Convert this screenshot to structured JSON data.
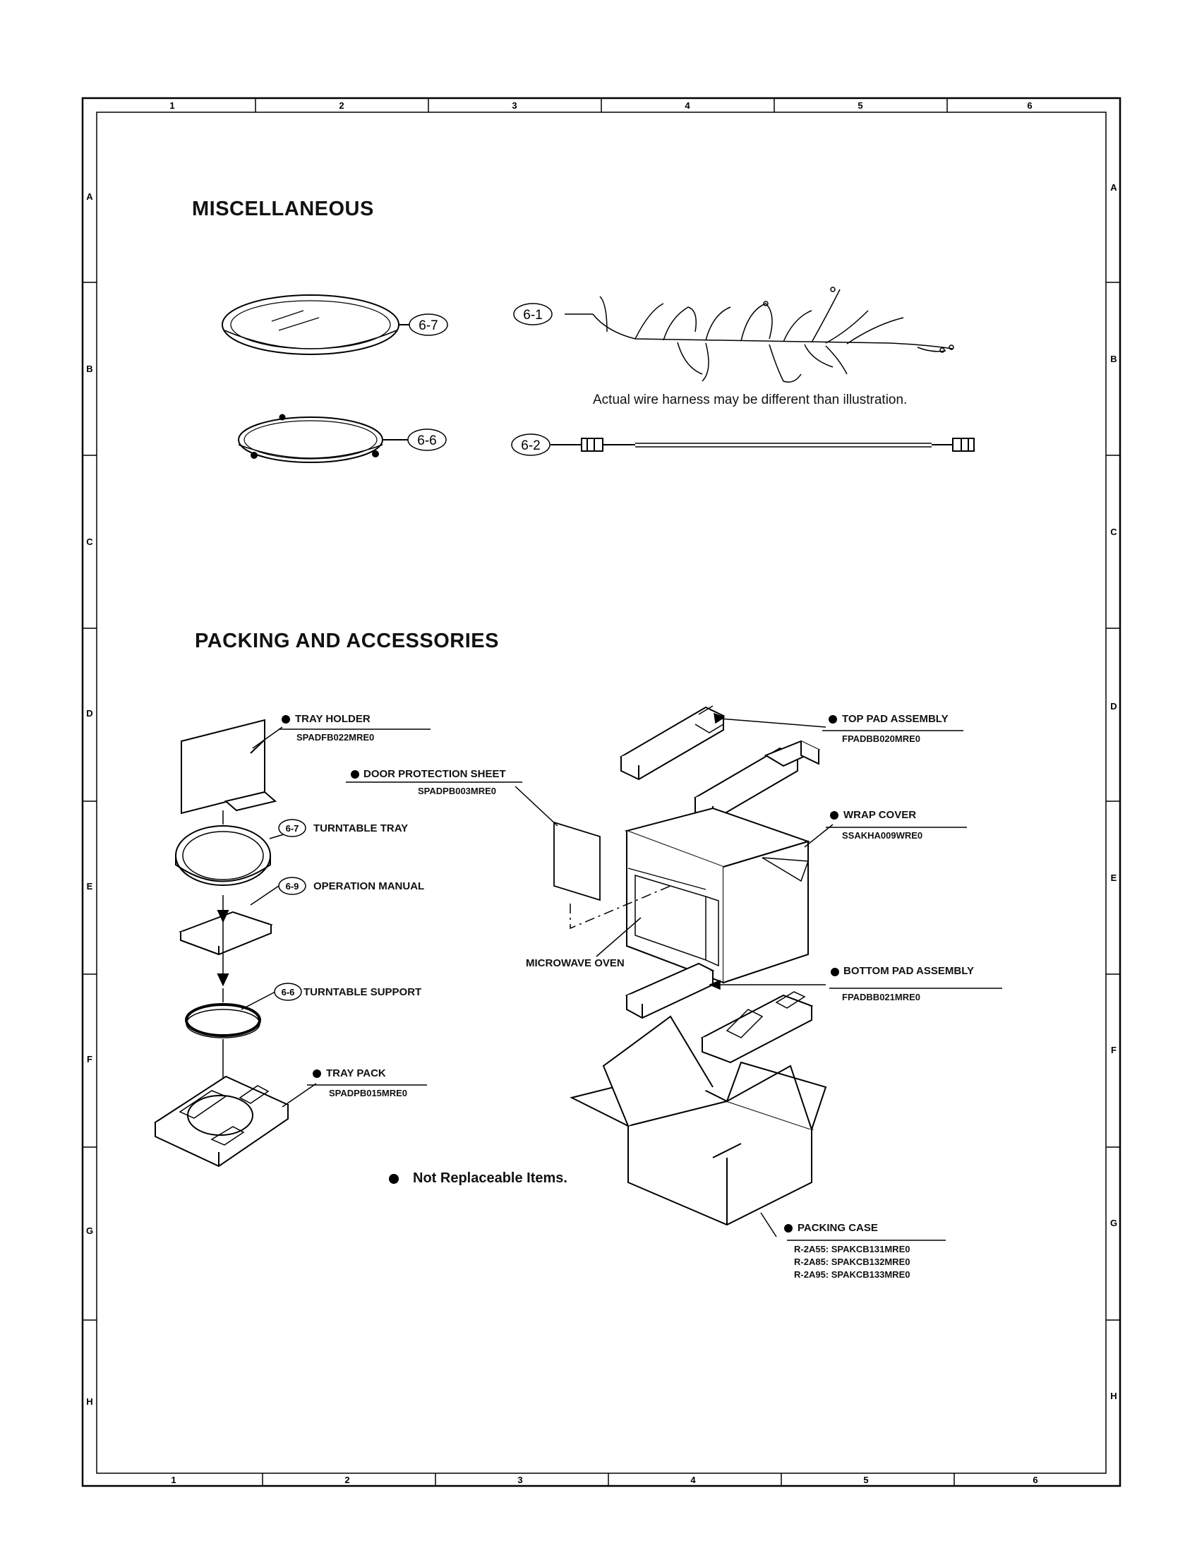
{
  "grid": {
    "cols": [
      "1",
      "2",
      "3",
      "4",
      "5",
      "6"
    ],
    "rows": [
      "A",
      "B",
      "C",
      "D",
      "E",
      "F",
      "G",
      "H"
    ]
  },
  "misc": {
    "title": "MISCELLANEOUS",
    "harness_note": "Actual wire harness may be different than illustration.",
    "callouts": {
      "c67": "6-7",
      "c66": "6-6",
      "c61": "6-1",
      "c62": "6-2"
    }
  },
  "packing": {
    "title": "PACKING AND ACCESSORIES",
    "tray_holder": {
      "name": "TRAY HOLDER",
      "part": "SPADFB022MRE0"
    },
    "door_sheet": {
      "name": "DOOR PROTECTION SHEET",
      "part": "SPADPB003MRE0"
    },
    "turntable_tray": {
      "num": "6-7",
      "name": "TURNTABLE TRAY"
    },
    "operation_manual": {
      "num": "6-9",
      "name": "OPERATION MANUAL"
    },
    "turntable_support": {
      "num": "6-6",
      "name": "TURNTABLE SUPPORT"
    },
    "tray_pack": {
      "name": "TRAY PACK",
      "part": "SPADPB015MRE0"
    },
    "top_pad": {
      "name": "TOP PAD ASSEMBLY",
      "part": "FPADBB020MRE0"
    },
    "wrap_cover": {
      "name": "WRAP COVER",
      "part": "SSAKHA009WRE0"
    },
    "microwave": "MICROWAVE OVEN",
    "bottom_pad": {
      "name": "BOTTOM PAD ASSEMBLY",
      "part": "FPADBB021MRE0"
    },
    "packing_case": {
      "name": "PACKING CASE",
      "parts": [
        "R-2A55: SPAKCB131MRE0",
        "R-2A85: SPAKCB132MRE0",
        "R-2A95: SPAKCB133MRE0"
      ]
    },
    "not_replaceable": "Not Replaceable Items."
  }
}
